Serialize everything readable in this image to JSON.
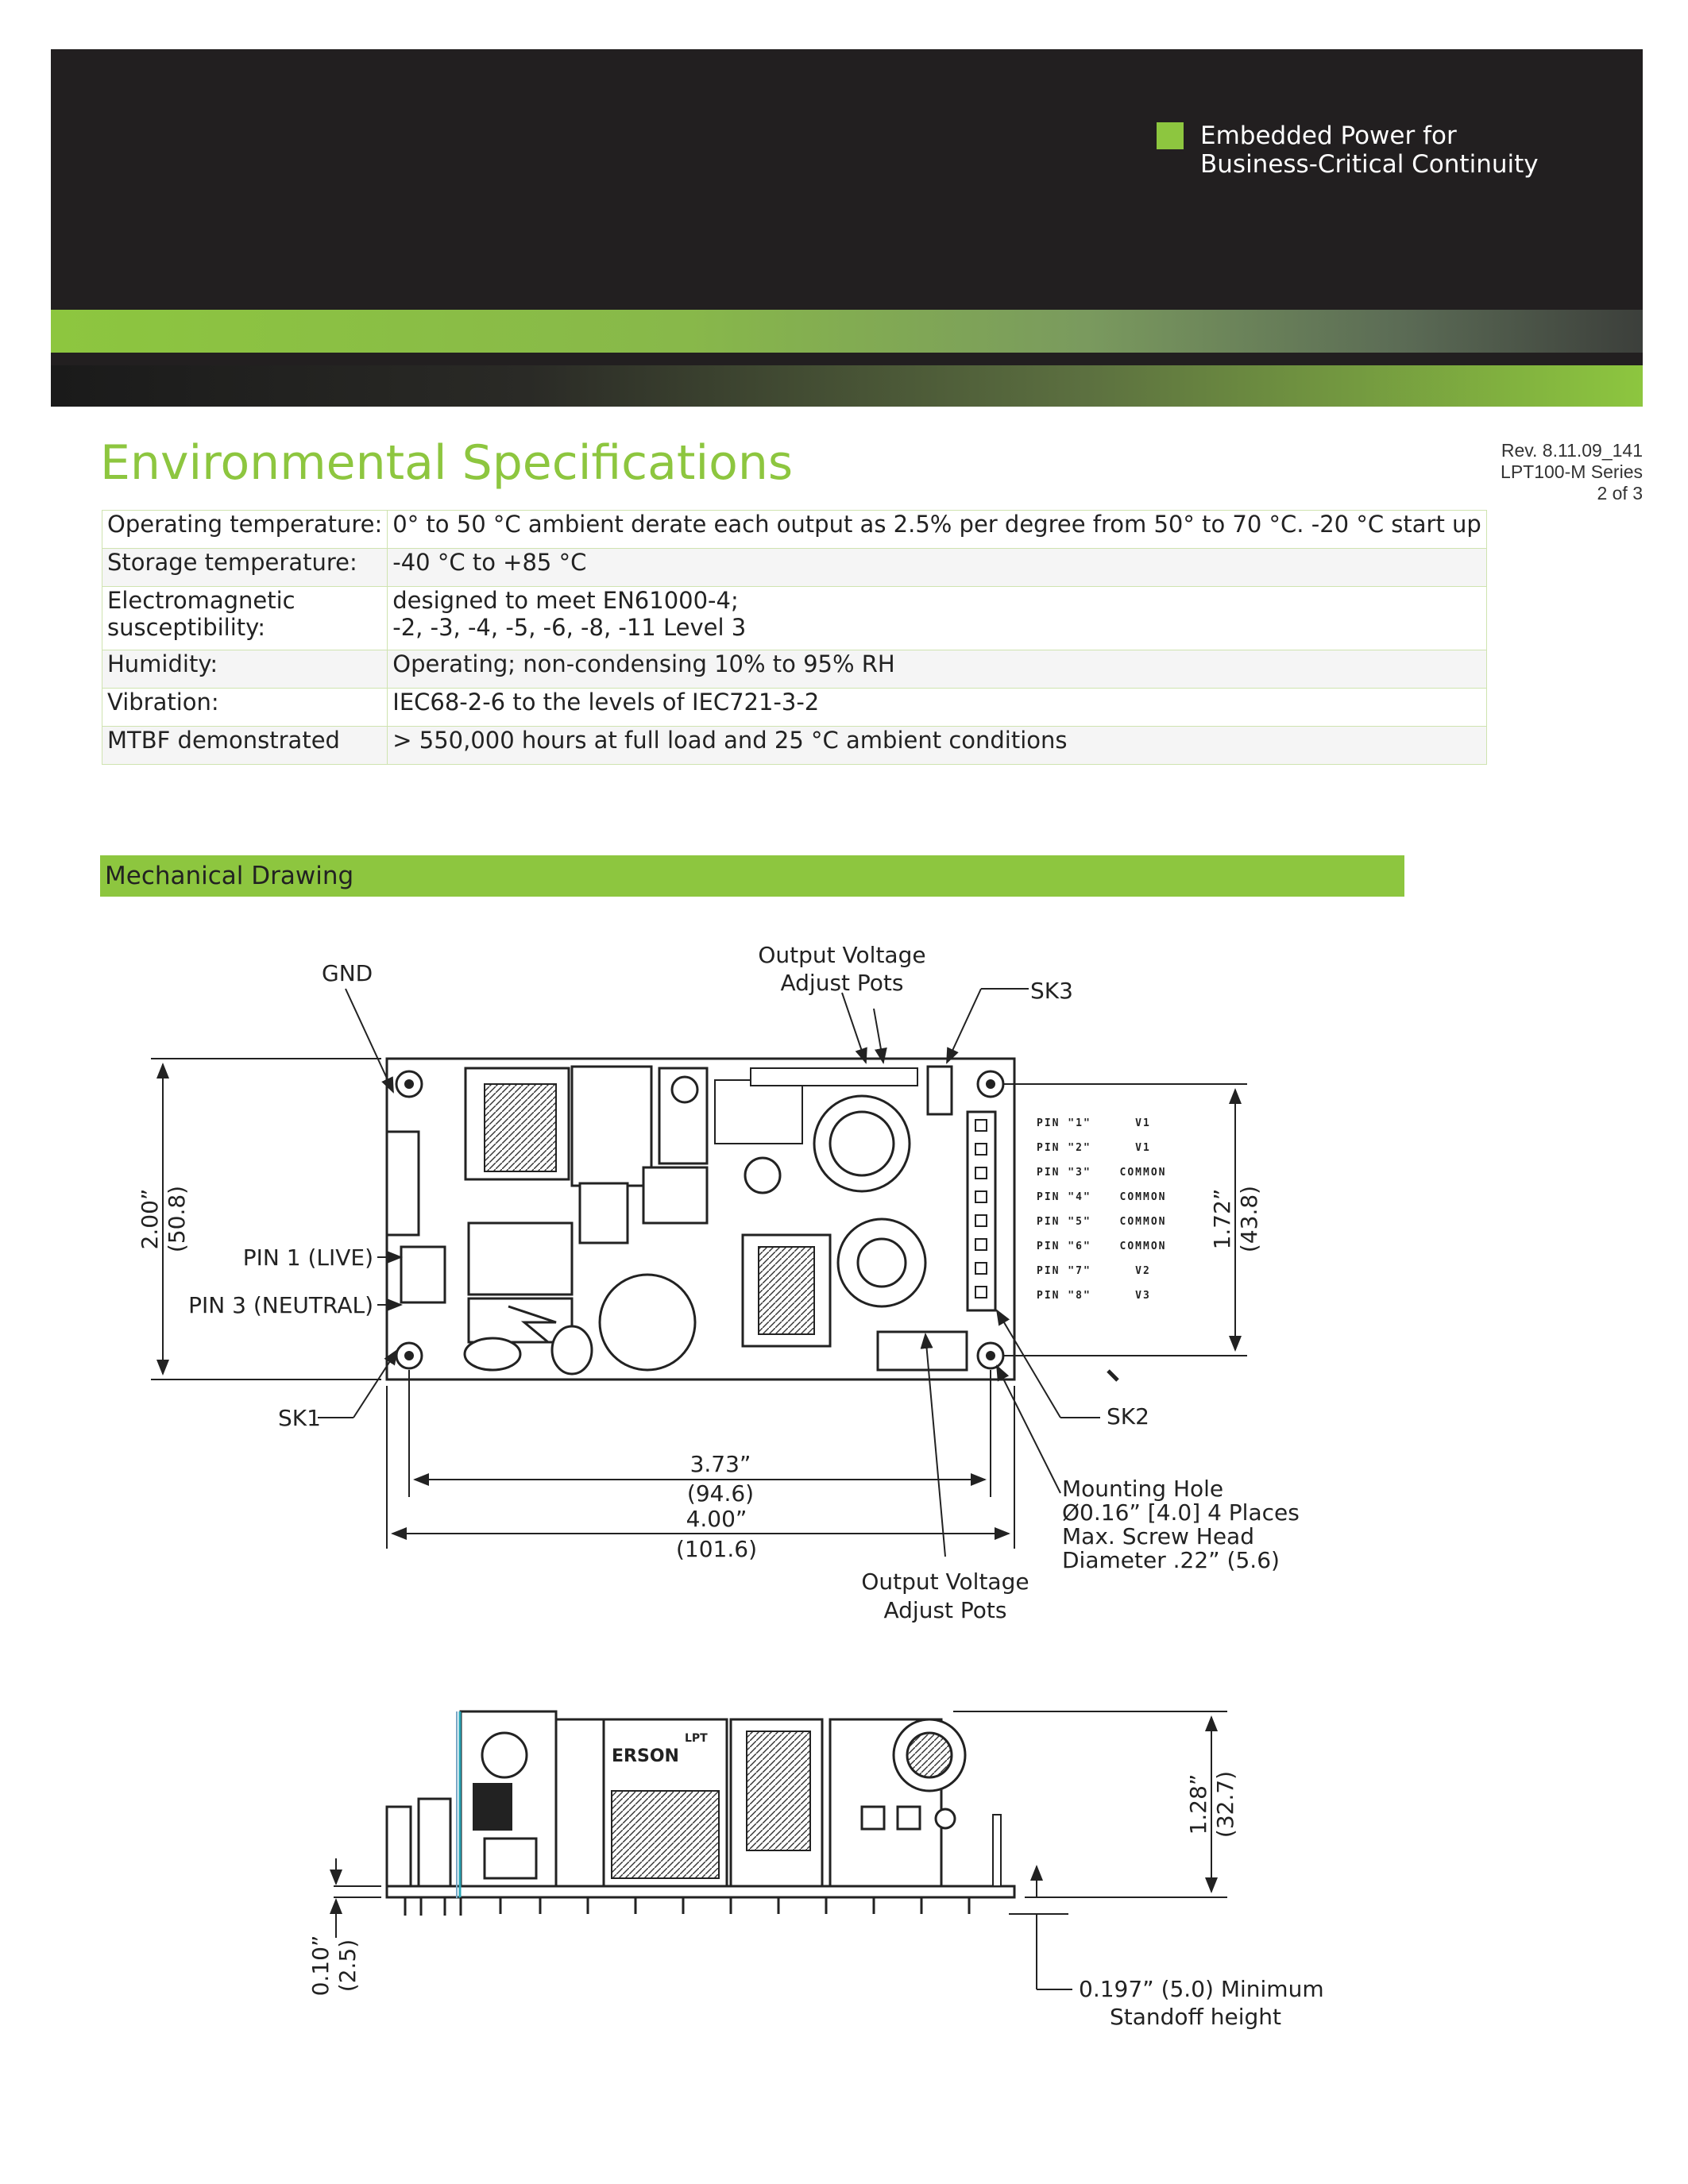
{
  "header": {
    "tagline_line1": "Embedded Power for",
    "tagline_line2": "Business-Critical Continuity",
    "accent_color": "#8dc63f",
    "banner_color": "#221f20"
  },
  "revision": {
    "rev": "Rev. 8.11.09_141",
    "series": "LPT100-M Series",
    "page": "2 of 3"
  },
  "environmental": {
    "title": "Environmental Specifications",
    "rows": [
      {
        "label": [
          "Operating temperature:"
        ],
        "value": [
          "0° to 50 °C ambient derate each output as 2.5% per degree from 50° to 70 °C. -20 °C start up"
        ]
      },
      {
        "label": [
          "Storage temperature:"
        ],
        "value": [
          " -40 °C to +85 °C"
        ]
      },
      {
        "label": [
          "Electromagnetic",
          "susceptibility:"
        ],
        "value": [
          "designed to meet EN61000-4;",
          "-2, -3, -4, -5, -6, -8, -11 Level 3"
        ]
      },
      {
        "label": [
          "Humidity:"
        ],
        "value": [
          "Operating; non-condensing 10% to 95% RH"
        ]
      },
      {
        "label": [
          "Vibration:"
        ],
        "value": [
          "IEC68-2-6 to the levels of IEC721-3-2"
        ]
      },
      {
        "label": [
          "MTBF demonstrated"
        ],
        "value": [
          "> 550,000 hours at full load and 25 °C ambient conditions"
        ]
      }
    ]
  },
  "mechanical": {
    "title": "Mechanical Drawing",
    "labels": {
      "gnd": "GND",
      "output_pots_top_1": "Output Voltage",
      "output_pots_top_2": "Adjust Pots",
      "sk3": "SK3",
      "pin1": "PIN 1 (LIVE)",
      "pin3": "PIN 3 (NEUTRAL)",
      "sk1": "SK1",
      "sk2": "SK2",
      "mounting_1": "Mounting Hole",
      "mounting_2": "Ø0.16” [4.0] 4 Places",
      "mounting_3": "Max. Screw Head",
      "mounting_4": "Diameter .22” (5.6)",
      "output_pots_bottom_1": "Output Voltage",
      "output_pots_bottom_2": "Adjust Pots",
      "standoff_1": "0.197” (5.0) Minimum",
      "standoff_2": "Standoff height",
      "dim_height_in": "2.00”",
      "dim_height_mm": "(50.8)",
      "dim_right_in": "1.72”",
      "dim_right_mm": "(43.8)",
      "dim_holes_in": "3.73”",
      "dim_holes_mm": "(94.6)",
      "dim_width_in": "4.00”",
      "dim_width_mm": "(101.6)",
      "dim_side_in": "1.28”",
      "dim_side_mm": "(32.7)",
      "dim_lead_in": "0.10”",
      "dim_lead_mm": "(2.5)"
    },
    "pins": [
      {
        "pin": "PIN \"1\"",
        "signal": "V1"
      },
      {
        "pin": "PIN \"2\"",
        "signal": "V1"
      },
      {
        "pin": "PIN \"3\"",
        "signal": "COMMON"
      },
      {
        "pin": "PIN \"4\"",
        "signal": "COMMON"
      },
      {
        "pin": "PIN \"5\"",
        "signal": "COMMON"
      },
      {
        "pin": "PIN \"6\"",
        "signal": "COMMON"
      },
      {
        "pin": "PIN \"7\"",
        "signal": "V2"
      },
      {
        "pin": "PIN \"8\"",
        "signal": "V3"
      }
    ],
    "board_text": {
      "brand_fragment": "ERSON",
      "model_fragment": "LPT"
    }
  }
}
